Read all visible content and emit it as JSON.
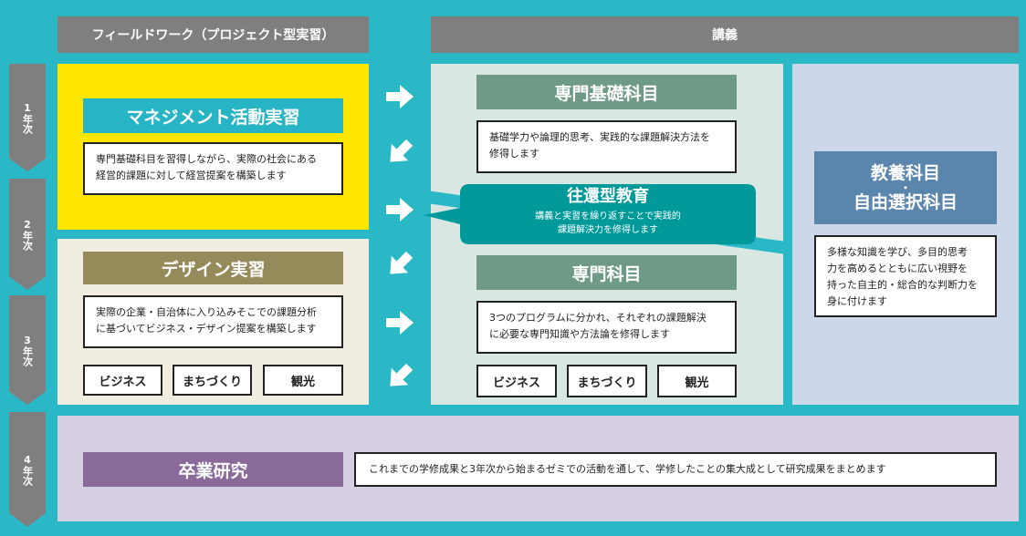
{
  "headers": {
    "fieldwork": "フィールドワーク（プロジェクト型実習）",
    "lecture": "講義"
  },
  "years": [
    {
      "num": "1",
      "label": "年次"
    },
    {
      "num": "2",
      "label": "年次"
    },
    {
      "num": "3",
      "label": "年次"
    },
    {
      "num": "4",
      "label": "年次"
    }
  ],
  "management": {
    "title": "マネジメント活動実習",
    "desc_line1": "専門基礎科目を習得しながら、実際の社会にある",
    "desc_line2": "経営的課題に対して経営提案を構築します"
  },
  "design": {
    "title": "デザイン実習",
    "desc_line1": "実際の企業・自治体に入り込みそこでの課題分析",
    "desc_line2": "に基づいてビジネス・デザイン提案を構築します",
    "tags": [
      "ビジネス",
      "まちづくり",
      "観光"
    ]
  },
  "basic_subjects": {
    "title": "専門基礎科目",
    "desc_line1": "基礎学力や論理的思考、実践的な課題解決方法を",
    "desc_line2": "修得します"
  },
  "round_trip": {
    "title": "往還型教育",
    "desc_line1": "講義と実習を繰り返すことで実践的",
    "desc_line2": "課題解決力を修得します"
  },
  "specialized": {
    "title": "専門科目",
    "desc_line1": "3つのプログラムに分かれ、それぞれの課題解決",
    "desc_line2": "に必要な専門知識や方法論を修得します",
    "tags": [
      "ビジネス",
      "まちづくり",
      "観光"
    ]
  },
  "liberal": {
    "title_line1": "教養科目",
    "title_dot": "・",
    "title_line2": "自由選択科目",
    "desc_line1": "多様な知識を学び、多目的思考",
    "desc_line2": "力を高めるとともに広い視野を",
    "desc_line3": "持った自主的・総合的な判断力を",
    "desc_line4": "身に付けます"
  },
  "graduation": {
    "title": "卒業研究",
    "desc": "これまでの学修成果と3年次から始まるゼミでの活動を通して、学修したことの集大成として研究成果をまとめます"
  },
  "colors": {
    "background": "#2bb8c6",
    "header_gray": "#7f7f7f",
    "yellow": "#ffe600",
    "beige": "#f1ede1",
    "mint": "#d9e7e3",
    "lavender": "#cdd7ea",
    "lilac": "#d6cfe2",
    "teal_title": "#6f9b86",
    "olive": "#958a5a",
    "cyan_title": "#27b4c4",
    "teal_bubble": "#00999a",
    "blue_title": "#5a86ae",
    "purple_title": "#8a6a9a"
  }
}
